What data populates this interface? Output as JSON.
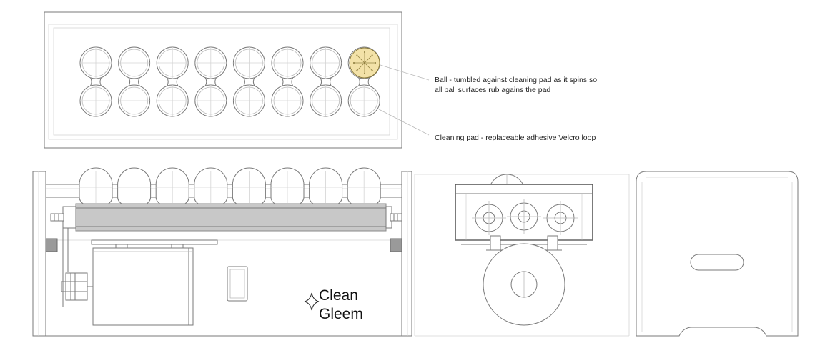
{
  "callouts": {
    "ball": {
      "line1": "Ball - tumbled against cleaning pad as it spins so",
      "line2": "all ball surfaces rub agains the pad"
    },
    "pad": {
      "text": "Cleaning pad - replaceable adhesive Velcro loop"
    }
  },
  "logo": {
    "line1": "Clean",
    "line2": "Gleem"
  },
  "colors": {
    "ball_fill": "#f3e2a8",
    "roller_fill": "#c8c8c8",
    "line": "#7a7a7a"
  },
  "counts": {
    "pockets_per_row": 8
  }
}
